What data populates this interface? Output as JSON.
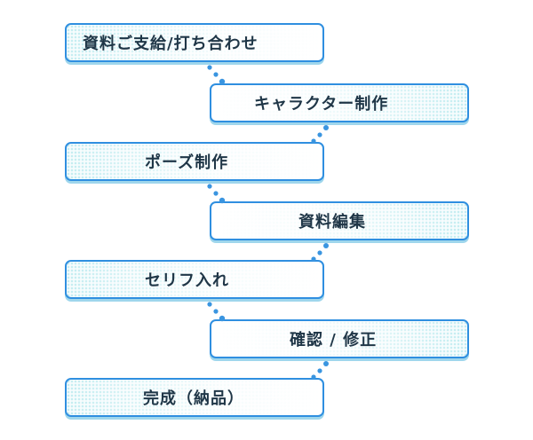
{
  "steps": [
    {
      "label": "資料ご支給/打ち合わせ"
    },
    {
      "label": "キャラクター制作"
    },
    {
      "label": "ポーズ制作"
    },
    {
      "label": "資料編集"
    },
    {
      "label": "セリフ入れ"
    },
    {
      "label": "確認 / 修正"
    },
    {
      "label": "完成（納品）"
    }
  ],
  "colors": {
    "border": "#2f8fe0",
    "shadow": "#9fd6ec",
    "dot_fill": "#cfeef2",
    "connector": "#3a95e0",
    "text": "#1f3647"
  }
}
